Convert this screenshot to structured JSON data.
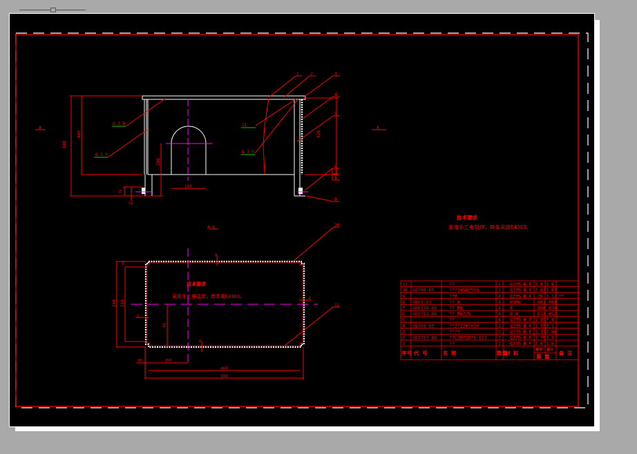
{
  "viewer": {
    "zoom_slider": "zoom-slider"
  },
  "colors": {
    "background": "#a9a9a9",
    "sheet": "#000000",
    "frame_red": "#ff0000",
    "outline_white": "#ffffff",
    "centerline": "#ff00ff",
    "leader_green": "#00cc00"
  },
  "front_view": {
    "dims": {
      "overall_height": "500",
      "inner_height": "440",
      "arch_height": "280",
      "arch_width": "100",
      "foot": "74",
      "side_height": "420",
      "arch_radius": "R"
    },
    "weld_symbol_1": "Ω 3 h",
    "weld_symbol_2": "Ω 3 h",
    "weld_symbol_3": "11",
    "weld_symbol_4": "Ω 3 h",
    "callouts": [
      "1",
      "2",
      "3",
      "4",
      "5",
      "6",
      "7",
      "8",
      "9"
    ]
  },
  "section_marks": {
    "left": "A",
    "right": "A",
    "view_label": "A—A"
  },
  "plan_view": {
    "dims": {
      "overall_height": "240",
      "inner_height": "230",
      "half_height": "95",
      "offset_top": "10",
      "overall_width": "500",
      "inner_width": "460",
      "offset_left": "10",
      "half_width": "150",
      "thickness_left": "2",
      "thickness_right": "2",
      "thickness_top": "8",
      "thickness_bottom": "8"
    },
    "tech_title": "技术要求",
    "tech_note": "采用手工电弧焊，焊条用E4303。",
    "callouts": [
      "10",
      "11"
    ]
  },
  "tech_requirements": {
    "title": "技术要求",
    "note": "采用手工电弧焊，焊条采用E4303。"
  },
  "bom": {
    "header": {
      "seq": "序号",
      "code": "代  号",
      "name": "名        称",
      "qty": "数量",
      "material": "材    料",
      "unit_weight": "单件",
      "total_weight": "总计",
      "weight": "重  量",
      "remark": "备  注"
    },
    "rows": [
      {
        "seq": "11",
        "code": "",
        "name": "??",
        "qty": "1",
        "material": "Q235-B.F",
        "w1": "3.8",
        "w2": "3.8",
        "remark": ""
      },
      {
        "seq": "10",
        "code": "GB708-65",
        "name": "???24502550",
        "qty": "1",
        "material": "Q235-B.F",
        "w1": "3.87",
        "w2": "3.87",
        "remark": ""
      },
      {
        "seq": "9",
        "code": "",
        "name": "??P",
        "qty": "4",
        "material": "Q235-B.F",
        "w1": ".28",
        "w2": "1.12",
        "remark": "??"
      },
      {
        "seq": "8",
        "code": "GB93-87",
        "name": "?? 8",
        "qty": "4",
        "material": "65Mn",
        "w1": ".001",
        "w2": ".004",
        "remark": ""
      },
      {
        "seq": "7",
        "code": "GB6170-86",
        "name": "?? M8",
        "qty": "4",
        "material": "8",
        "w1": ".006",
        "w2": ".024",
        "remark": ""
      },
      {
        "seq": "6",
        "code": "GB5782-86",
        "name": "?? M8?25",
        "qty": "4",
        "material": "8.8",
        "w1": ".013",
        "w2": ".052",
        "remark": ""
      },
      {
        "seq": "5",
        "code": "",
        "name": "??",
        "qty": "4",
        "material": "Q235-B.F",
        "w1": "1.85",
        "w2": "7.4",
        "remark": ""
      },
      {
        "seq": "4",
        "code": "GB708-65",
        "name": "??2?220?450",
        "qty": "2",
        "material": "Q235-B.F",
        "w1": "1.55",
        "w2": "3.1",
        "remark": ""
      },
      {
        "seq": "3",
        "code": "",
        "name": "????",
        "qty": "2",
        "material": "Q235-B.F",
        "w1": "1.33",
        "w2": "2.66",
        "remark": ""
      },
      {
        "seq": "2",
        "code": "GB3787-88",
        "name": "??L2072074-617",
        "qty": "2",
        "material": "Q235-B.F",
        "w1": "1.70",
        "w2": "1.5",
        "remark": ""
      },
      {
        "seq": "1",
        "code": "",
        "name": "??",
        "qty": "1",
        "material": "Q235-B.F",
        "w1": "2.6",
        "w2": "1.6",
        "remark": ""
      }
    ]
  }
}
